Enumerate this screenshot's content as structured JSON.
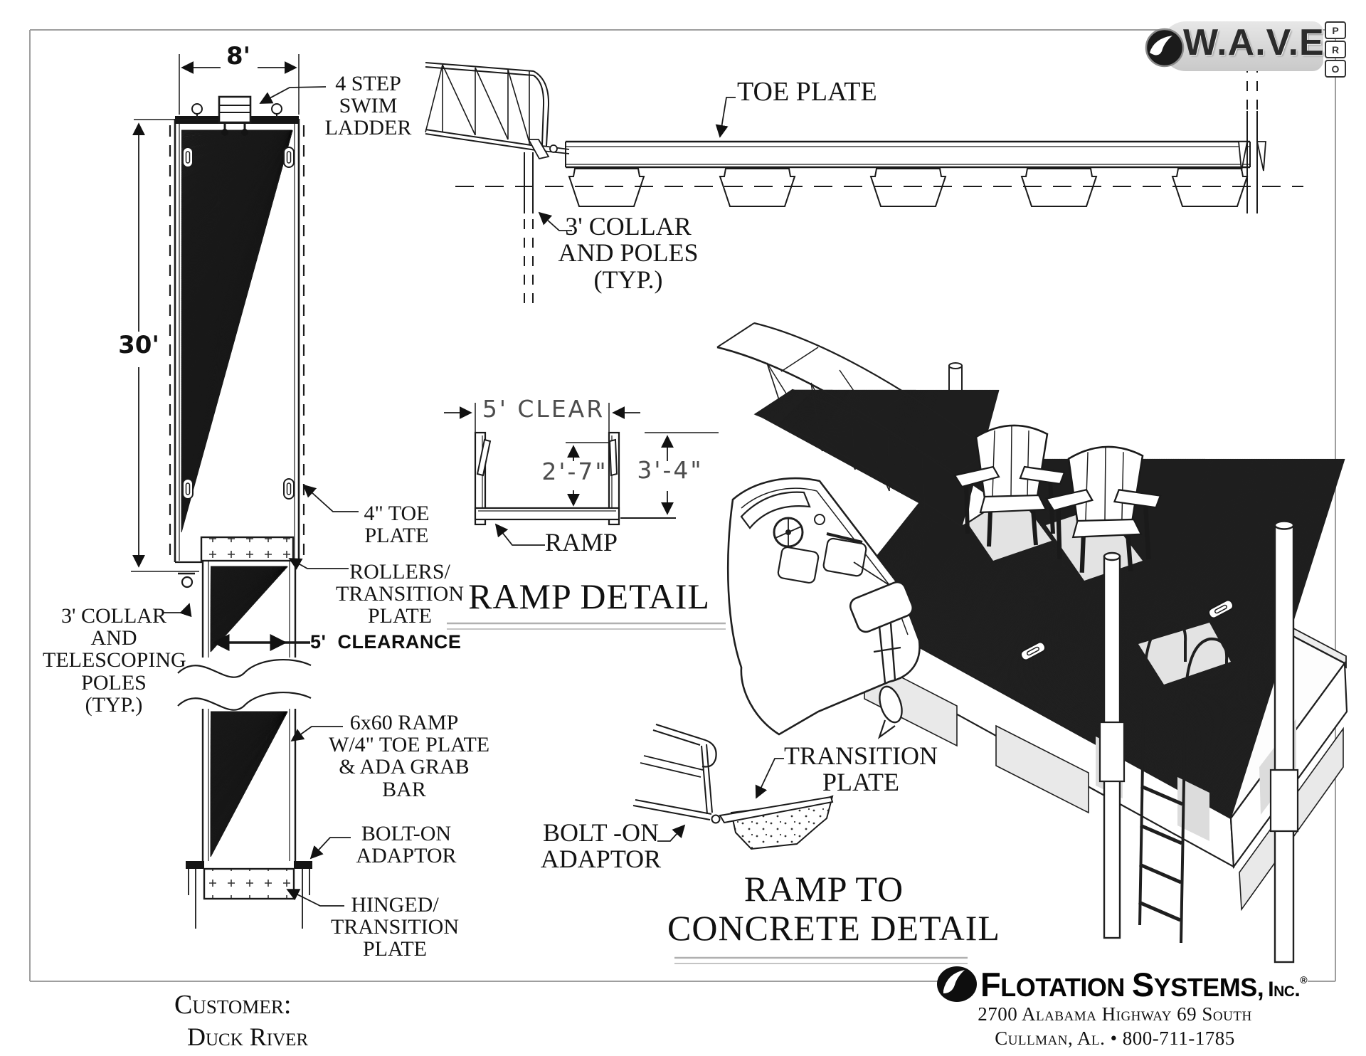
{
  "colors": {
    "line": "#1a1a1a",
    "frame": "#9e9e9e"
  },
  "wave_logo": {
    "brand": "W.A.V.E.",
    "pro_letters": [
      "P",
      "R",
      "O"
    ]
  },
  "plan_view": {
    "width_dim": "8'",
    "length_dim": "30'",
    "swim_ladder": [
      "4 STEP",
      "SWIM",
      "LADDER"
    ],
    "toe_plate": [
      "4\" TOE",
      "PLATE"
    ],
    "rollers": [
      "ROLLERS/",
      "TRANSITION",
      "PLATE"
    ],
    "collar": [
      "3' COLLAR",
      "AND",
      "TELESCOPING",
      "POLES",
      "(TYP.)"
    ],
    "clearance": "5'  CLEARANCE",
    "ramp": [
      "6x60 RAMP",
      "W/4\" TOE PLATE",
      "& ADA GRAB",
      "BAR"
    ],
    "bolt_on": [
      "BOLT-ON",
      "ADAPTOR"
    ],
    "hinged": [
      "HINGED/",
      "TRANSITION",
      "PLATE"
    ]
  },
  "elevation_view": {
    "toe_plate": "TOE PLATE",
    "collar": [
      "3' COLLAR",
      "AND POLES",
      "(TYP.)"
    ]
  },
  "ramp_detail": {
    "clear_dim": "5' CLEAR",
    "inner_height": "2'-7\"",
    "outer_height": "3'-4\"",
    "ramp_label": "RAMP",
    "title": "RAMP DETAIL"
  },
  "concrete_detail": {
    "transition": [
      "TRANSITION",
      "PLATE"
    ],
    "bolt_on": [
      "BOLT -ON",
      "ADAPTOR"
    ],
    "title": [
      "RAMP TO",
      "CONCRETE DETAIL"
    ]
  },
  "footer": {
    "customer_label": "Customer:",
    "customer_name": "Duck River"
  },
  "company": {
    "brand_f": "F",
    "brand_lotation": "LOTATION",
    "brand_s": "S",
    "brand_ystems": "YSTEMS,",
    "brand_inc": "Inc.",
    "brand_reg": "®",
    "address_line1": "2700 Alabama Highway 69 South",
    "address_line2": "Cullman, Al.  •  800-711-1785"
  }
}
